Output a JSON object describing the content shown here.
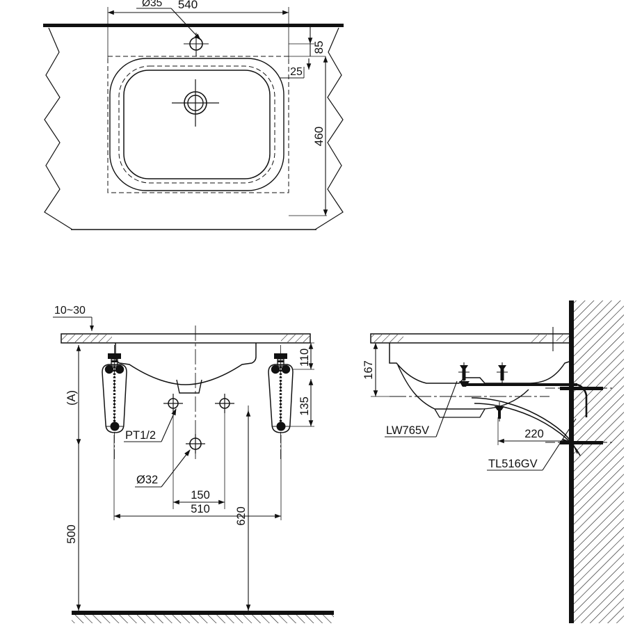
{
  "drawing": {
    "title": "Washbasin installation dimension drawing",
    "units": "mm",
    "line_color": "#111111",
    "hatch_color": "#111111"
  },
  "plan_view": {
    "name": "top-plan-view",
    "dimensions": {
      "width_overall": "540",
      "depth_overall": "460",
      "tap_hole_from_back": "85",
      "rim_offset": "25"
    },
    "labels": {
      "tap_hole_diameter": "Ø35"
    }
  },
  "front_view": {
    "name": "front-section-view",
    "dimensions": {
      "counter_thickness": "10~30",
      "counter_to_trap_top": "110",
      "trap_drop": "135",
      "supply_spacing_half": "150",
      "supply_spacing_full": "510",
      "trap_to_supply": "620",
      "floor_to_counter": "500"
    },
    "labels": {
      "height_symbol": "(A)",
      "supply_thread": "PT1/2",
      "drain_diameter": "Ø32"
    }
  },
  "side_view": {
    "name": "side-section-view",
    "dimensions": {
      "basin_depth": "167",
      "wall_to_trap": "220"
    },
    "labels": {
      "basin_model": "LW765V",
      "trap_model": "TL516GV"
    }
  }
}
